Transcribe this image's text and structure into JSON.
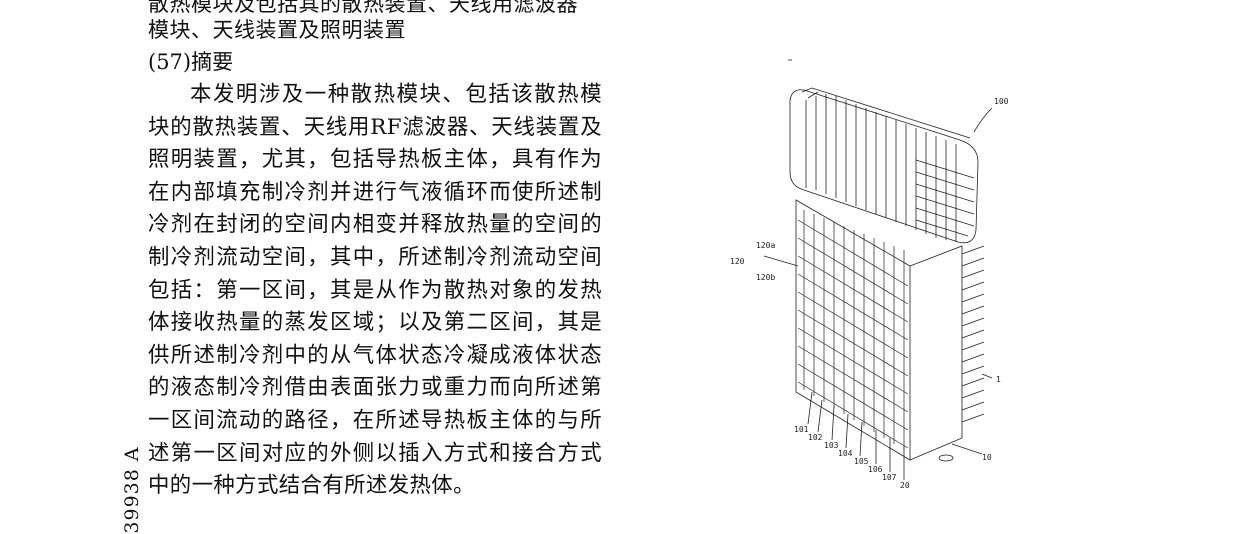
{
  "header": {
    "title_line1_partial": "散热模块及包括其的散热装置、天线用滤波器",
    "title_line2": "模块、天线装置及照明装置"
  },
  "abstract": {
    "heading": "(57)摘要",
    "body": "本发明涉及一种散热模块、包括该散热模块的散热装置、天线用RF滤波器、天线装置及照明装置，尤其，包括导热板主体，具有作为在内部填充制冷剂并进行气液循环而使所述制冷剂在封闭的空间内相变并释放热量的空间的制冷剂流动空间，其中，所述制冷剂流动空间包括：第一区间，其是从作为散热对象的发热体接收热量的蒸发区域；以及第二区间，其是供所述制冷剂中的从气体状态冷凝成液体状态的液态制冷剂借由表面张力或重力而向所述第一区间流动的路径，在所述导热板主体的与所述第一区间对应的外侧以插入方式和接合方式中的一种方式结合有所述发热体。"
  },
  "side_text": "39938 A",
  "figure": {
    "labels": {
      "l100": "100",
      "l120": "120",
      "l120a": "120a",
      "l120b": "120b",
      "l1": "1",
      "l10": "10",
      "l101": "101",
      "l102": "102",
      "l103": "103",
      "l104": "104",
      "l105": "105",
      "l106": "106",
      "l107": "107",
      "l20": "20"
    }
  }
}
